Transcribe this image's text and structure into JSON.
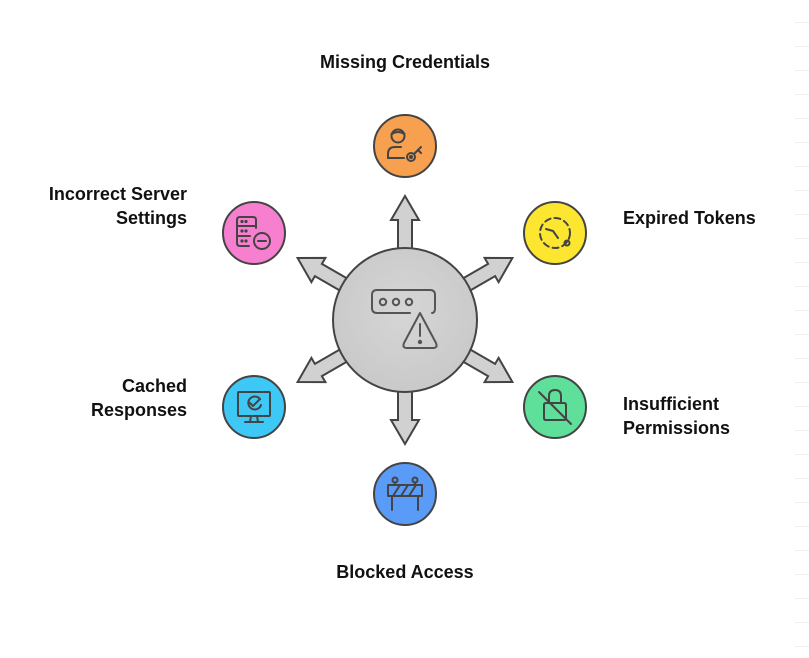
{
  "diagram": {
    "center": {
      "name": "authentication-error",
      "icon": "password-warning-icon",
      "fill": "#d1d1d1"
    },
    "nodes": [
      {
        "id": "missing-credentials",
        "label": "Missing Credentials",
        "icon": "user-key-icon",
        "fill": "#f7a050",
        "position": "top"
      },
      {
        "id": "expired-tokens",
        "label": "Expired Tokens",
        "icon": "expired-timer-icon",
        "fill": "#fde62f",
        "position": "upper-right"
      },
      {
        "id": "insufficient-permissions",
        "label": "Insufficient Permissions",
        "label_lines": [
          "Insufficient",
          "Permissions"
        ],
        "icon": "lock-slash-icon",
        "fill": "#5ee09a",
        "position": "lower-right"
      },
      {
        "id": "blocked-access",
        "label": "Blocked Access",
        "icon": "barrier-icon",
        "fill": "#5b9bf8",
        "position": "bottom"
      },
      {
        "id": "cached-responses",
        "label": "Cached Responses",
        "label_lines": [
          "Cached",
          "Responses"
        ],
        "icon": "monitor-check-icon",
        "fill": "#3dc8f5",
        "position": "lower-left"
      },
      {
        "id": "incorrect-server-settings",
        "label": "Incorrect Server Settings",
        "label_lines": [
          "Incorrect Server",
          "Settings"
        ],
        "icon": "server-minus-icon",
        "fill": "#f77fd0",
        "position": "upper-left"
      }
    ],
    "stroke": "#444444",
    "arrow_fill": "#d1d1d1"
  }
}
